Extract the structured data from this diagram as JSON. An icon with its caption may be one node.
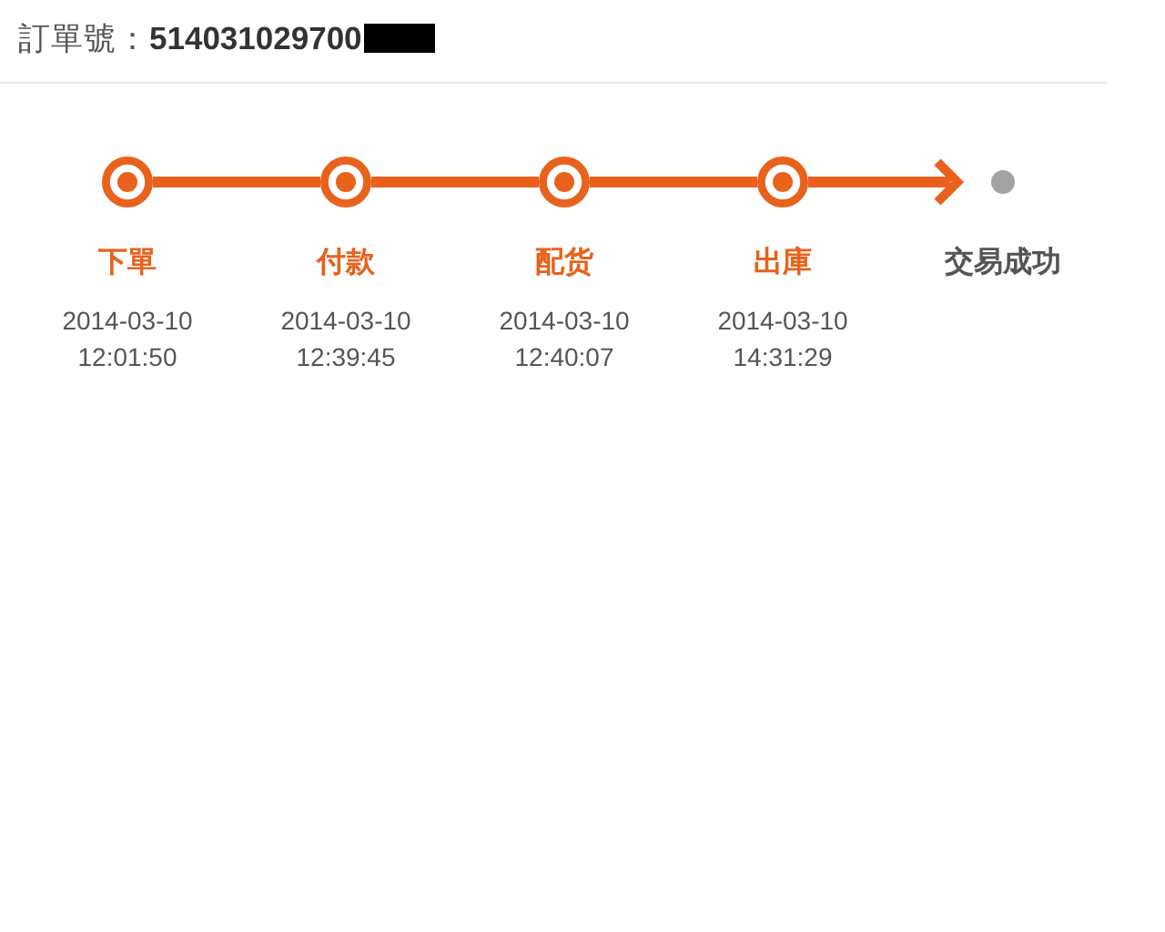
{
  "diagram": {
    "title": "訂單號：**514031029700**",
    "nodes": [
      {
        "text": [],
        "shape": "circle",
        "beside": [
          "下單",
          "2014-03-10 12:01:50"
        ]
      },
      {
        "text": [],
        "shape": "circle",
        "beside": [
          "付款",
          "2014-03-10 12:39:45"
        ]
      },
      {
        "text": [],
        "shape": "circle",
        "beside": [
          "配货",
          "2014-03-10 12:40:07"
        ]
      },
      {
        "text": [],
        "shape": "circle",
        "beside": [
          "出庫",
          "2014-03-10 14:31:29"
        ]
      },
      {
        "text": [],
        "shape": "circle",
        "beside": [
          "交易成功"
        ]
      }
    ],
    "edges": [
      {
        "from": 0,
        "to": 1,
        "arrow": "none"
      },
      {
        "from": 1,
        "to": 2,
        "arrow": "none"
      },
      {
        "from": 2,
        "to": 3,
        "arrow": "none"
      },
      {
        "from": 3,
        "to": 4,
        "arrow": "to"
      }
    ]
  }
}
